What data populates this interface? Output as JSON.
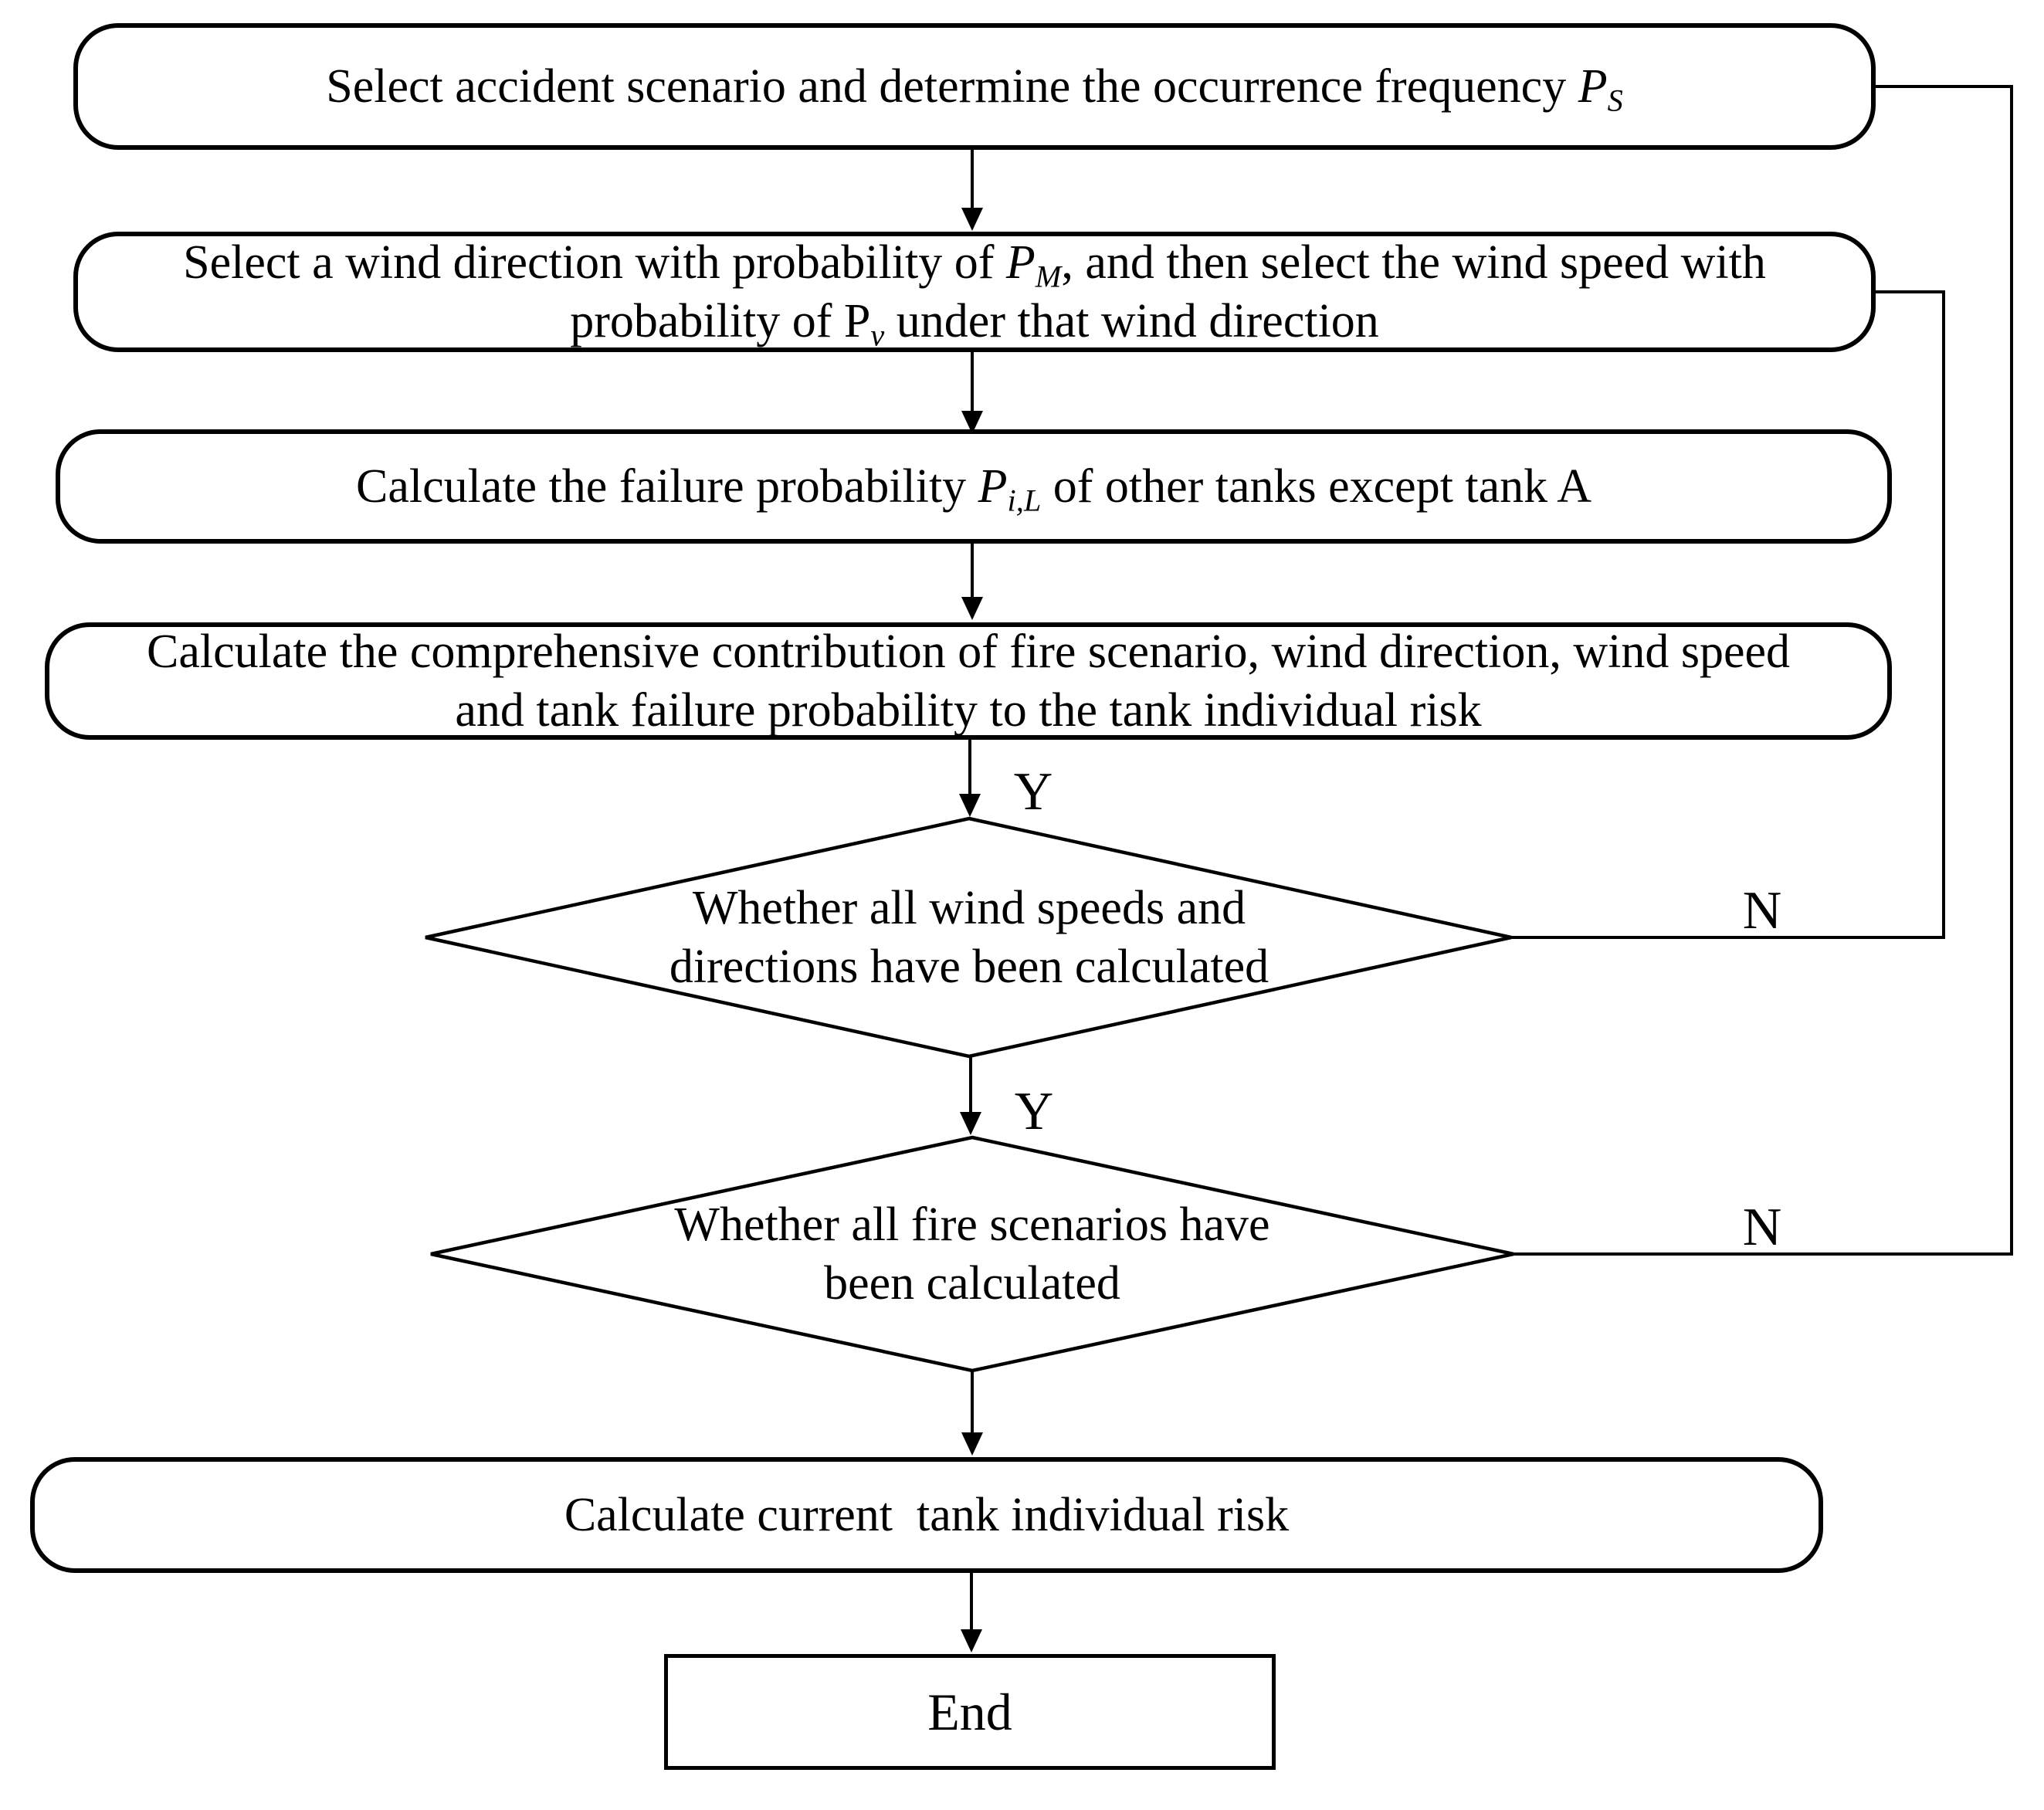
{
  "flowchart": {
    "boxes": {
      "box1": {
        "pre": "Select accident scenario and determine the occurrence frequency ",
        "var": "P",
        "sub": "S"
      },
      "box2": {
        "line1_pre": "Select a wind direction with probability of ",
        "line1_var": "P",
        "line1_sub": "M",
        "line1_post": ", and then select the wind speed with",
        "line2_pre": "probability of ",
        "line2_var": "P",
        "line2_sub": "v",
        "line2_post": " under that wind direction"
      },
      "box3": {
        "pre": "Calculate the failure probability ",
        "var": "P",
        "sub": "i,L",
        "post": " of other tanks except tank A"
      },
      "box4": {
        "line1": "Calculate the comprehensive contribution of fire scenario, wind direction, wind speed",
        "line2": "and tank failure probability to the tank individual risk"
      },
      "decision1": {
        "line1": "Whether all wind speeds and",
        "line2": "directions have been calculated"
      },
      "decision2": {
        "line1": "Whether all fire scenarios have",
        "line2": "been calculated"
      },
      "box5": {
        "text": "Calculate current  tank individual risk"
      },
      "end": {
        "text": "End"
      }
    },
    "labels": {
      "yes1": "Y",
      "yes2": "Y",
      "no1": "N",
      "no2": "N"
    },
    "colors": {
      "stroke": "#000000",
      "background": "#ffffff"
    }
  }
}
